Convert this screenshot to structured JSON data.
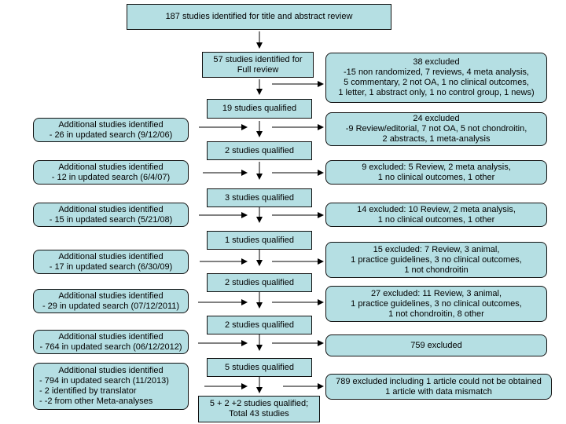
{
  "title_box": "187 studies identified for title and abstract review",
  "full_review": [
    "57 studies identified for",
    "Full review"
  ],
  "excluded_1": {
    "lines": [
      "38 excluded",
      "-15 non randomized, 7 reviews, 4 meta analysis,",
      "5 commentary, 2 not OA, 1 no clinical outcomes,",
      "1 letter, 1 abstract only, 1 no control group, 1 news)"
    ]
  },
  "rounds": [
    {
      "qualified": "19 studies qualified",
      "additional": [
        "Additional studies identified",
        "- 26 in updated search (9/12/06)"
      ],
      "excluded": [
        "24 excluded",
        "-9 Review/editorial, 7 not OA, 5 not chondroitin,",
        "2 abstracts, 1 meta-analysis"
      ]
    },
    {
      "qualified": "2 studies qualified",
      "additional": [
        "Additional studies identified",
        "- 12 in updated search (6/4/07)"
      ],
      "excluded": [
        "9 excluded: 5 Review, 2 meta analysis,",
        "1 no clinical outcomes, 1 other"
      ]
    },
    {
      "qualified": "3 studies qualified",
      "additional": [
        "Additional studies identified",
        "- 15 in updated search (5/21/08)"
      ],
      "excluded": [
        "14 excluded: 10 Review, 2 meta analysis,",
        "1 no clinical outcomes, 1 other"
      ]
    },
    {
      "qualified": "1 studies qualified",
      "additional": [
        "Additional studies identified",
        "- 17 in updated search (6/30/09)"
      ],
      "excluded": [
        "15 excluded: 7 Review, 3 animal,",
        "1 practice guidelines, 3 no clinical outcomes,",
        "1 not chondroitin"
      ]
    },
    {
      "qualified": "2 studies qualified",
      "additional": [
        "Additional studies identified",
        "- 29 in updated search (07/12/2011)"
      ],
      "excluded": [
        "27 excluded: 11 Review, 3 animal,",
        "1 practice guidelines, 3 no clinical outcomes,",
        "1 not chondroitin, 8 other"
      ]
    },
    {
      "qualified": "2 studies qualified",
      "additional": [
        "Additional studies identified",
        "- 764 in updated search (06/12/2012)"
      ],
      "excluded": [
        "759 excluded"
      ]
    },
    {
      "qualified": "5 studies qualified",
      "additional": [
        "Additional studies identified",
        "-   794 in updated search (11/2013)",
        "-   2 identified by translator",
        "-   -2 from other Meta-analyses"
      ],
      "excluded": [
        "789 excluded including 1 article could not be obtained",
        "1 article with data mismatch"
      ]
    }
  ],
  "final_box": [
    "5 + 2 +2 studies qualified;",
    "Total 43 studies"
  ]
}
